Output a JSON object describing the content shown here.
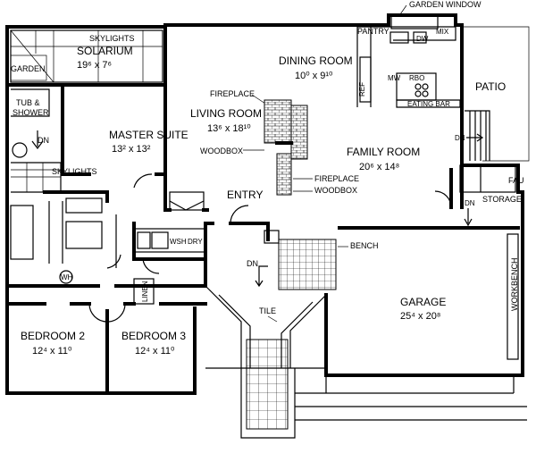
{
  "rooms": {
    "solarium": {
      "name": "SOLARIUM",
      "dim": "19⁶ x 7⁶"
    },
    "dining": {
      "name": "DINING ROOM",
      "dim": "10⁰ x 9¹⁰"
    },
    "living": {
      "name": "LIVING ROOM",
      "dim": "13⁶ x 18¹⁰"
    },
    "master": {
      "name": "MASTER SUITE",
      "dim": "13² x 13²"
    },
    "family": {
      "name": "FAMILY ROOM",
      "dim": "20⁶ x 14⁸"
    },
    "patio": {
      "name": "PATIO"
    },
    "garage": {
      "name": "GARAGE",
      "dim": "25⁴ x 20⁸"
    },
    "bed2": {
      "name": "BEDROOM 2",
      "dim": "12⁴ x 11⁰"
    },
    "bed3": {
      "name": "BEDROOM 3",
      "dim": "12⁴ x 11⁰"
    },
    "entry": {
      "name": "ENTRY"
    }
  },
  "labels": {
    "skylights_top": "SKYLIGHTS",
    "garden": "GARDEN",
    "tub": "TUB &",
    "shower": "SHOWER",
    "dn_master": "DN",
    "skylights_bath": "SKYLIGHTS",
    "fireplace_living": "FIREPLACE",
    "woodbox_living": "WOODBOX",
    "fireplace_family": "FIREPLACE",
    "woodbox_family": "WOODBOX",
    "garden_window": "GARDEN WINDOW",
    "pantry": "PANTRY",
    "dw": "DW",
    "mix": "MIX",
    "ref": "REF",
    "mw": "MW",
    "rbo": "RBO",
    "eating_bar": "EATING BAR",
    "dn_patio": "DN",
    "dn_family": "DN",
    "fau": "FAU",
    "storage": "STORAGE",
    "workbench": "WORKBENCH",
    "bench": "BENCH",
    "wsh": "WSH",
    "dry": "DRY",
    "dn_entry": "DN",
    "tile": "TILE",
    "linen": "LINEN",
    "wh": "WH"
  }
}
